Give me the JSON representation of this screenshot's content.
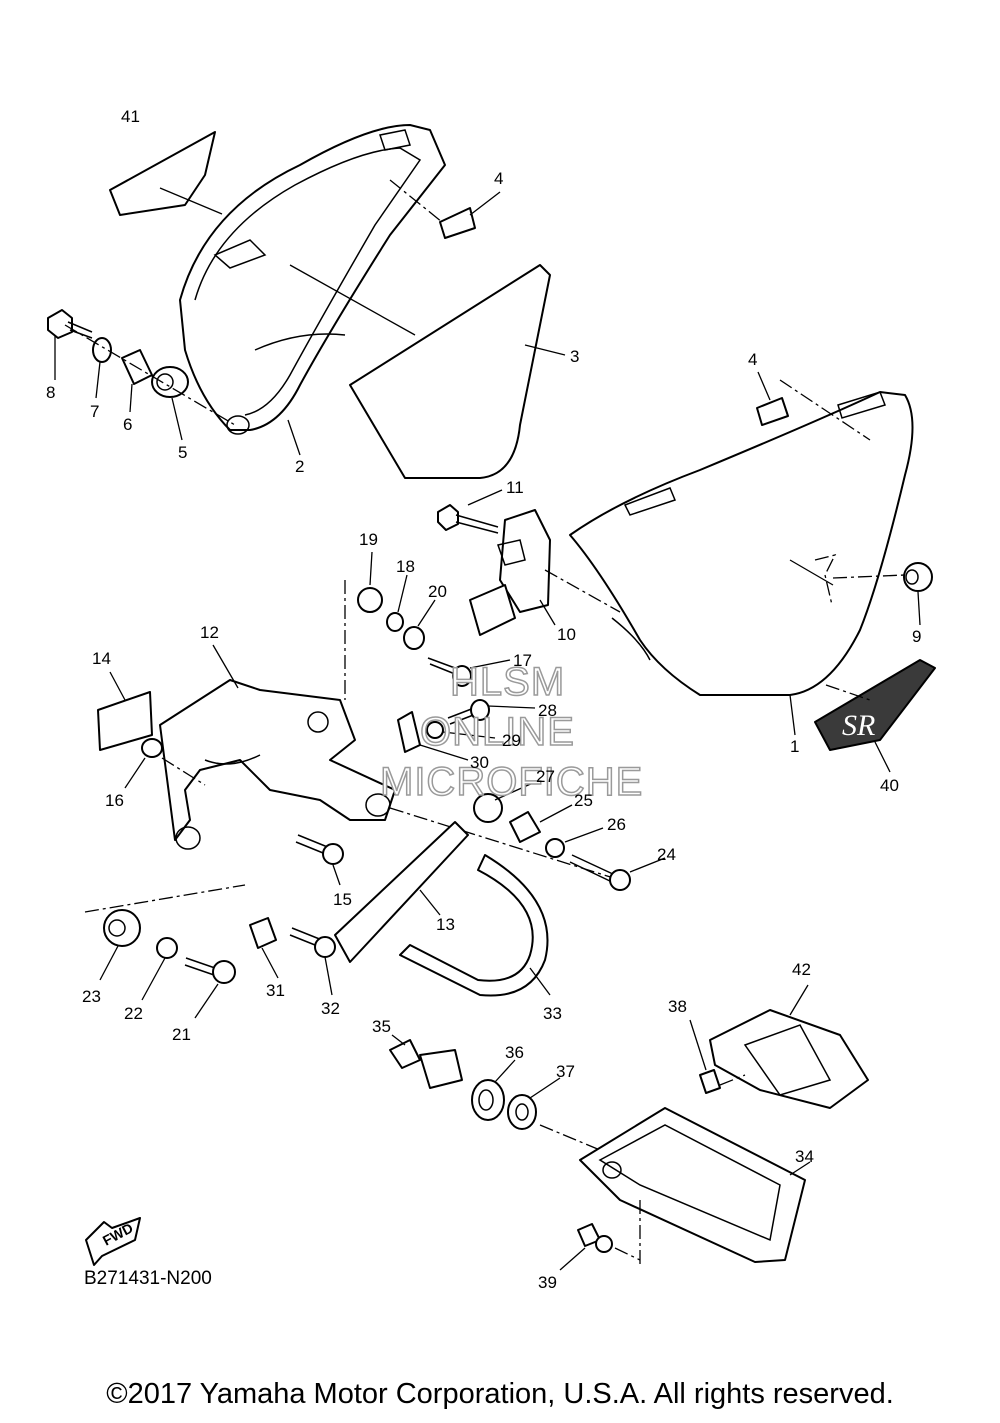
{
  "diagram": {
    "drawing_ref": "B271431-N200",
    "copyright": "©2017 Yamaha Motor Corporation, U.S.A. All rights reserved.",
    "fwd_label": "FWD",
    "emblem_text": "SR",
    "watermark": [
      "HLSM",
      "ONLINE",
      "MICROFICHE"
    ],
    "callouts": [
      "1",
      "2",
      "3",
      "4",
      "4",
      "5",
      "6",
      "7",
      "8",
      "9",
      "10",
      "11",
      "12",
      "13",
      "14",
      "15",
      "16",
      "17",
      "18",
      "19",
      "20",
      "21",
      "22",
      "23",
      "24",
      "25",
      "26",
      "27",
      "28",
      "29",
      "30",
      "31",
      "32",
      "33",
      "34",
      "35",
      "36",
      "37",
      "38",
      "39",
      "40",
      "41",
      "42"
    ]
  }
}
